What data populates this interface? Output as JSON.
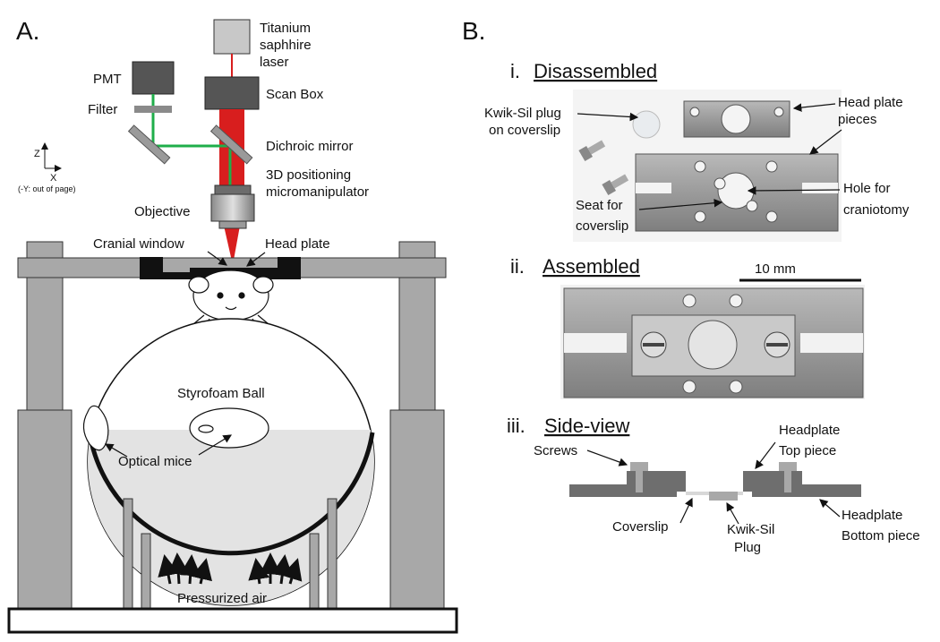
{
  "panel_a": {
    "letter": "A.",
    "laser": [
      "Titanium",
      "saphhire",
      "laser"
    ],
    "scan_box": "Scan Box",
    "pmt": "PMT",
    "filter": "Filter",
    "dichroic": "Dichroic mirror",
    "positioning": [
      "3D positioning",
      "micromanipulator"
    ],
    "axes": {
      "z": "Z",
      "x": "X",
      "y_note": "(-Y: out of page)"
    },
    "objective": "Objective",
    "cranial_window": "Cranial window",
    "head_plate": "Head plate",
    "ball": "Styrofoam Ball",
    "optical_mice": "Optical mice",
    "air": "Pressurized air"
  },
  "panel_b": {
    "letter": "B.",
    "sec1": {
      "num": "i.",
      "title": "Disassembled"
    },
    "sec2": {
      "num": "ii.",
      "title": "Assembled"
    },
    "sec3": {
      "num": "iii.",
      "title": "Side-view"
    },
    "kwik_plug": [
      "Kwik-Sil plug",
      "on coverslip"
    ],
    "head_plate_pieces": [
      "Head plate",
      "pieces"
    ],
    "hole": [
      "Hole for",
      "craniotomy"
    ],
    "seat": [
      "Seat for",
      "coverslip"
    ],
    "scale": "10 mm",
    "screws": "Screws",
    "top_piece": [
      "Headplate",
      "Top piece"
    ],
    "coverslip": "Coverslip",
    "kwik_sil": [
      "Kwik-Sil",
      "Plug"
    ],
    "bottom_piece": [
      "Headplate",
      "Bottom piece"
    ]
  },
  "colors": {
    "laser_beam": "#d81e1e",
    "fluorescence": "#1fae4a",
    "ball_fill": "#e3e3e3",
    "frame": "#a8a8a8",
    "metal": "#9a9a9a"
  }
}
